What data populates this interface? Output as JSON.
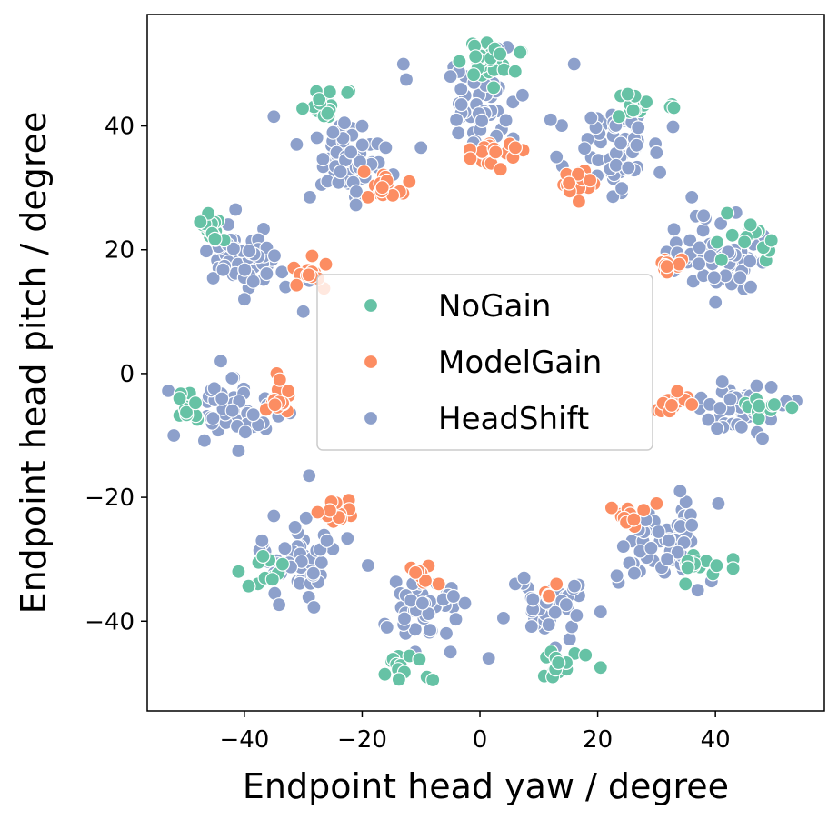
{
  "chart_data": {
    "type": "scatter",
    "xlabel": "Endpoint head yaw / degree",
    "ylabel": "Endpoint head pitch / degree",
    "xlim": [
      -56.5,
      58.5
    ],
    "ylim": [
      -54.5,
      58
    ],
    "xticks": [
      -40,
      -20,
      0,
      20,
      40
    ],
    "yticks": [
      -40,
      -20,
      0,
      20,
      40
    ],
    "xtick_labels": [
      "−40",
      "−20",
      "0",
      "20",
      "40"
    ],
    "ytick_labels": [
      "−40",
      "−20",
      "0",
      "20",
      "40"
    ],
    "grid": false,
    "legend_position": "center",
    "series": [
      {
        "name": "NoGain",
        "color": "#66c2a5",
        "clusters": [
          {
            "center": [
              1,
              50.5
            ],
            "spread": [
              2.0,
              1.5
            ],
            "count": 28
          },
          {
            "center": [
              7,
              52
            ],
            "spread": [
              0.5,
              0.4
            ],
            "count": 2
          },
          {
            "center": [
              27,
              43.5
            ],
            "spread": [
              1.5,
              1.0
            ],
            "count": 14
          },
          {
            "center": [
              32.5,
              43
            ],
            "spread": [
              0.6,
              0.4
            ],
            "count": 3
          },
          {
            "center": [
              -27.5,
              43
            ],
            "spread": [
              1.3,
              1.2
            ],
            "count": 14
          },
          {
            "center": [
              -22.5,
              45.5
            ],
            "spread": [
              0.4,
              0.3
            ],
            "count": 2
          },
          {
            "center": [
              -45.5,
              23
            ],
            "spread": [
              1.3,
              1.3
            ],
            "count": 18
          },
          {
            "center": [
              45.5,
              22
            ],
            "spread": [
              2.5,
              1.5
            ],
            "count": 14
          },
          {
            "center": [
              -49.5,
              -5.5
            ],
            "spread": [
              1.0,
              1.0
            ],
            "count": 14
          },
          {
            "center": [
              48,
              -5.5
            ],
            "spread": [
              2.0,
              1.0
            ],
            "count": 12
          },
          {
            "center": [
              -35,
              -31.5
            ],
            "spread": [
              2.0,
              1.2
            ],
            "count": 10
          },
          {
            "center": [
              37,
              -31.5
            ],
            "spread": [
              1.5,
              1.5
            ],
            "count": 14
          },
          {
            "center": [
              -13.5,
              -47
            ],
            "spread": [
              1.5,
              1.2
            ],
            "count": 12
          },
          {
            "center": [
              13,
              -47.5
            ],
            "spread": [
              2.0,
              1.0
            ],
            "count": 16
          }
        ],
        "points": [
          [
            -9,
            -49
          ],
          [
            -8,
            -49.5
          ],
          [
            -41,
            -32
          ],
          [
            20.5,
            -47.5
          ],
          [
            43,
            -30
          ],
          [
            43,
            -31.5
          ],
          [
            50,
            -5
          ],
          [
            53,
            -5.5
          ],
          [
            -51,
            -4
          ],
          [
            -25.5,
            45.5
          ],
          [
            49.5,
            21.5
          ],
          [
            -47.5,
            24.5
          ]
        ]
      },
      {
        "name": "ModelGain",
        "color": "#fc8d62",
        "clusters": [
          {
            "center": [
              1.5,
              35.5
            ],
            "spread": [
              2.0,
              1.2
            ],
            "count": 16
          },
          {
            "center": [
              -16.5,
              30
            ],
            "spread": [
              1.8,
              1.5
            ],
            "count": 14
          },
          {
            "center": [
              16.5,
              30.5
            ],
            "spread": [
              1.6,
              1.5
            ],
            "count": 16
          },
          {
            "center": [
              -29.5,
              16.5
            ],
            "spread": [
              1.3,
              1.2
            ],
            "count": 12
          },
          {
            "center": [
              32,
              17
            ],
            "spread": [
              1.0,
              1.0
            ],
            "count": 12
          },
          {
            "center": [
              -34,
              -4.5
            ],
            "spread": [
              1.0,
              1.5
            ],
            "count": 16
          },
          {
            "center": [
              33,
              -4.5
            ],
            "spread": [
              1.2,
              1.2
            ],
            "count": 14
          },
          {
            "center": [
              -25,
              -22.5
            ],
            "spread": [
              1.8,
              1.0
            ],
            "count": 14
          },
          {
            "center": [
              24.5,
              -22.5
            ],
            "spread": [
              1.6,
              1.0
            ],
            "count": 14
          },
          {
            "center": [
              -10.5,
              -32
            ],
            "spread": [
              1.0,
              0.8
            ],
            "count": 10
          },
          {
            "center": [
              11,
              -35.5
            ],
            "spread": [
              0.8,
              0.6
            ],
            "count": 4
          }
        ],
        "points": [
          [
            -34.5,
            0
          ],
          [
            -34,
            -1
          ],
          [
            6,
            36.5
          ],
          [
            3.5,
            33
          ],
          [
            -19,
            28.5
          ],
          [
            -28.5,
            19
          ],
          [
            -7,
            -34
          ],
          [
            13,
            -34
          ],
          [
            30,
            -21
          ],
          [
            36,
            -5
          ],
          [
            -12,
            31
          ]
        ]
      },
      {
        "name": "HeadShift",
        "color": "#8da0cb",
        "clusters": [
          {
            "center": [
              0,
              43
            ],
            "spread": [
              3.0,
              4.0
            ],
            "count": 45
          },
          {
            "center": [
              -22.5,
              34.5
            ],
            "spread": [
              3.3,
              2.8
            ],
            "count": 60
          },
          {
            "center": [
              22.5,
              36
            ],
            "spread": [
              3.5,
              3.0
            ],
            "count": 60
          },
          {
            "center": [
              -40.5,
              19
            ],
            "spread": [
              3.5,
              2.2
            ],
            "count": 60
          },
          {
            "center": [
              40.5,
              18.5
            ],
            "spread": [
              3.5,
              2.5
            ],
            "count": 60
          },
          {
            "center": [
              -42.5,
              -6.5
            ],
            "spread": [
              4.0,
              2.2
            ],
            "count": 50
          },
          {
            "center": [
              43.5,
              -5.5
            ],
            "spread": [
              3.5,
              2.0
            ],
            "count": 50
          },
          {
            "center": [
              -30.5,
              -30.5
            ],
            "spread": [
              3.5,
              3.0
            ],
            "count": 55
          },
          {
            "center": [
              31,
              -27.5
            ],
            "spread": [
              3.5,
              3.0
            ],
            "count": 55
          },
          {
            "center": [
              -10,
              -37.5
            ],
            "spread": [
              3.2,
              2.5
            ],
            "count": 45
          },
          {
            "center": [
              11.5,
              -37.5
            ],
            "spread": [
              2.8,
              2.8
            ],
            "count": 40
          }
        ],
        "points": [
          [
            -13,
            50
          ],
          [
            -12.5,
            47.5
          ],
          [
            16,
            50
          ],
          [
            -35,
            41.5
          ],
          [
            -4,
            41
          ],
          [
            12,
            41
          ],
          [
            -44,
            2
          ],
          [
            -41.5,
            26.5
          ],
          [
            -40,
            12
          ],
          [
            36,
            28.5
          ],
          [
            40,
            11.5
          ],
          [
            -29,
            -16.5
          ],
          [
            -19,
            -31
          ],
          [
            4,
            -39.5
          ],
          [
            1.5,
            -46
          ],
          [
            -11,
            -45
          ],
          [
            -5,
            -45
          ],
          [
            20.5,
            -38.5
          ],
          [
            40.5,
            -21
          ],
          [
            -20,
            40
          ],
          [
            -23,
            40.5
          ],
          [
            -16,
            36.5
          ],
          [
            -10,
            36.5
          ],
          [
            13,
            35
          ],
          [
            -52,
            -10
          ],
          [
            -41,
            -12.5
          ],
          [
            52,
            -4.5
          ],
          [
            48,
            -10.5
          ],
          [
            47,
            -2
          ],
          [
            -4.5,
            -36
          ],
          [
            6,
            -34
          ],
          [
            7.5,
            -33
          ],
          [
            9,
            -36.5
          ],
          [
            43.5,
            26
          ],
          [
            38,
            25.5
          ],
          [
            46,
            14
          ],
          [
            -33,
            14
          ],
          [
            -29,
            15
          ],
          [
            -30,
            10
          ],
          [
            -26,
            -27
          ],
          [
            -35,
            -23
          ],
          [
            -37,
            -27
          ],
          [
            34,
            -19
          ],
          [
            36,
            -24.5
          ],
          [
            37,
            -35
          ],
          [
            -1,
            47
          ],
          [
            3,
            52.5
          ],
          [
            -5,
            48
          ]
        ]
      }
    ]
  }
}
